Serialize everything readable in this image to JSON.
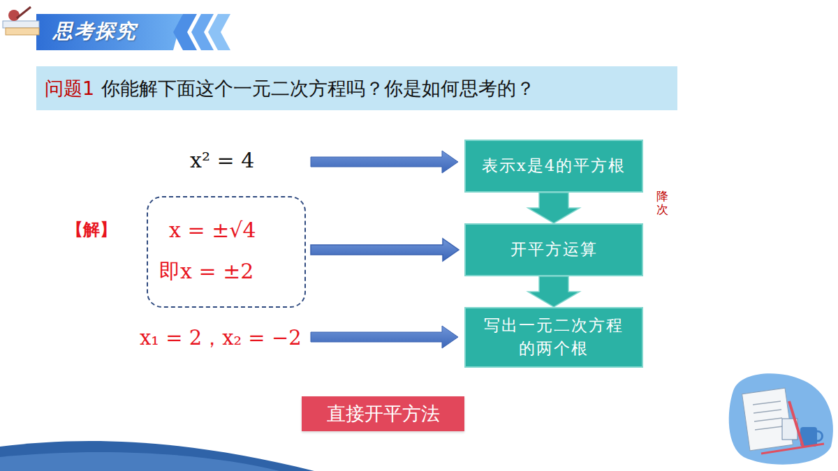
{
  "diagram": {
    "title": "思考探究",
    "nodes": [
      {
        "text": [
          "问题1",
          "你能解下面这个一元二次方程吗？你是如何思考的？"
        ]
      },
      {
        "text": [
          "表示x是4的平方根"
        ]
      },
      {
        "text": [
          "x = ±√4",
          "即x = ±2"
        ]
      },
      {
        "text": [
          "开平方运算"
        ]
      },
      {
        "text": [
          "写出一元二次方程的两个根"
        ]
      },
      {
        "text": [
          "直接开平方法"
        ]
      }
    ],
    "edges": [
      {
        "from": 1,
        "to": 3,
        "arrow": "to"
      },
      {
        "from": 2,
        "to": 3,
        "arrow": "to"
      },
      {
        "from": 3,
        "to": 4,
        "arrow": "to"
      }
    ],
    "labels": [
      "x² = 4",
      "【解】",
      "x₁ = 2，x₂ = −2",
      "降次"
    ]
  }
}
